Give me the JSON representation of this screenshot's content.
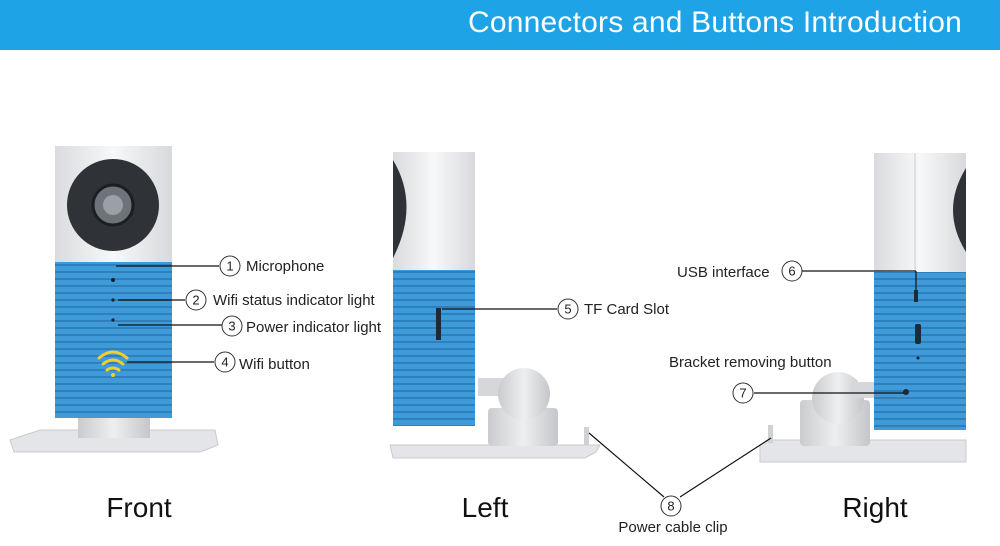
{
  "header": {
    "title": "Connectors and Buttons Introduction"
  },
  "views": {
    "front": "Front",
    "left": "Left",
    "right": "Right"
  },
  "callouts": [
    {
      "number": "1",
      "label": "Microphone"
    },
    {
      "number": "2",
      "label": "Wifi status indicator light"
    },
    {
      "number": "3",
      "label": "Power indicator light"
    },
    {
      "number": "4",
      "label": "Wifi button"
    },
    {
      "number": "5",
      "label": "TF Card Slot"
    },
    {
      "number": "6",
      "label": "USB interface"
    },
    {
      "number": "7",
      "label": "Bracket removing button"
    },
    {
      "number": "8",
      "label": "Power cable clip"
    }
  ],
  "colors": {
    "header": "#1ea3e6",
    "body_blue": "#3f9ad8",
    "white_shell": "#f2f3f5",
    "lens": "#2f3338",
    "wifi_icon": "#f2d02a"
  }
}
